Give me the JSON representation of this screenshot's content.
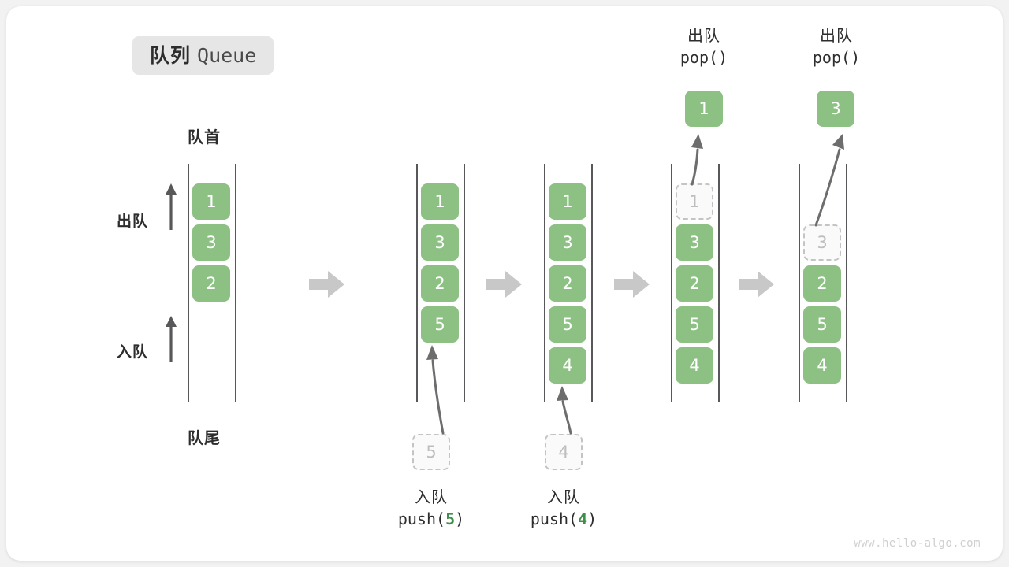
{
  "title": {
    "cn": "队列",
    "en": "Queue"
  },
  "labels": {
    "head": "队首",
    "tail": "队尾",
    "dequeue_side": "出队",
    "enqueue_side": "入队"
  },
  "colors": {
    "cell_green": "#8cc183",
    "cell_text": "#ffffff",
    "ghost_border": "#c4c4c4",
    "ghost_text": "#bdbdbd",
    "rail": "#58585a",
    "step_arrow": "#c8c8c8",
    "text_dark": "#2d2d2d",
    "badge_bg": "#e6e6e6",
    "code_number": "#3f8f4b",
    "canvas_bg": "#f2f2f2",
    "card_bg": "#ffffff"
  },
  "columns": [
    {
      "id": "initial",
      "cells": [
        {
          "value": "1",
          "state": "filled"
        },
        {
          "value": "3",
          "state": "filled"
        },
        {
          "value": "2",
          "state": "filled"
        }
      ]
    },
    {
      "id": "after-push-5",
      "cells": [
        {
          "value": "1",
          "state": "filled"
        },
        {
          "value": "3",
          "state": "filled"
        },
        {
          "value": "2",
          "state": "filled"
        },
        {
          "value": "5",
          "state": "filled"
        }
      ],
      "incoming": {
        "value": "5",
        "state": "ghost"
      },
      "caption": {
        "cn": "入队",
        "fn": "push",
        "arg": "5"
      }
    },
    {
      "id": "after-push-4",
      "cells": [
        {
          "value": "1",
          "state": "filled"
        },
        {
          "value": "3",
          "state": "filled"
        },
        {
          "value": "2",
          "state": "filled"
        },
        {
          "value": "5",
          "state": "filled"
        },
        {
          "value": "4",
          "state": "filled"
        }
      ],
      "incoming": {
        "value": "4",
        "state": "ghost"
      },
      "caption": {
        "cn": "入队",
        "fn": "push",
        "arg": "4"
      }
    },
    {
      "id": "after-pop-1",
      "cells": [
        {
          "value": "1",
          "state": "ghost"
        },
        {
          "value": "3",
          "state": "filled"
        },
        {
          "value": "2",
          "state": "filled"
        },
        {
          "value": "5",
          "state": "filled"
        },
        {
          "value": "4",
          "state": "filled"
        }
      ],
      "popped": {
        "value": "1",
        "state": "filled"
      },
      "caption": {
        "cn": "出队",
        "fn": "pop",
        "arg": ""
      }
    },
    {
      "id": "after-pop-3",
      "cells": [
        {
          "value": "",
          "state": "empty"
        },
        {
          "value": "3",
          "state": "ghost"
        },
        {
          "value": "2",
          "state": "filled"
        },
        {
          "value": "5",
          "state": "filled"
        },
        {
          "value": "4",
          "state": "filled"
        }
      ],
      "popped": {
        "value": "3",
        "state": "filled"
      },
      "caption": {
        "cn": "出队",
        "fn": "pop",
        "arg": ""
      }
    }
  ],
  "watermark": "www.hello-algo.com"
}
